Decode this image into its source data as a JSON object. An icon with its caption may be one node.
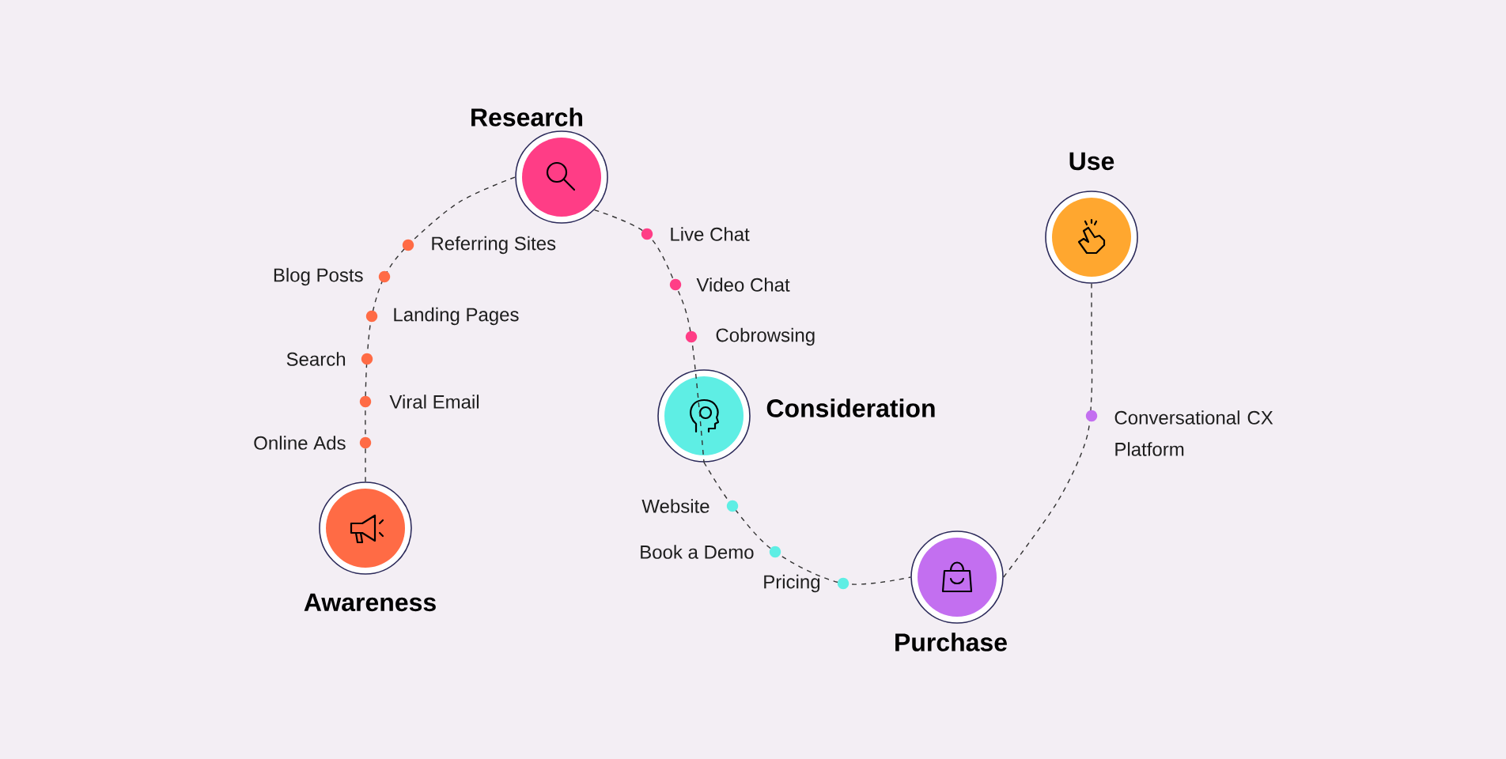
{
  "diagram": {
    "nodes": [
      {
        "text": [
          "Awareness"
        ]
      },
      {
        "text": [
          "Research"
        ]
      },
      {
        "text": [
          "Consideration"
        ]
      },
      {
        "text": [
          "Purchase"
        ]
      },
      {
        "text": [
          "Use"
        ]
      }
    ],
    "edges": [
      {
        "from": 0,
        "to": 1,
        "arrow": "none",
        "style": "dashed"
      },
      {
        "from": 1,
        "to": 2,
        "arrow": "none",
        "style": "dashed"
      },
      {
        "from": 2,
        "to": 3,
        "arrow": "none",
        "style": "dashed"
      },
      {
        "from": 3,
        "to": 4,
        "arrow": "none",
        "style": "dashed"
      }
    ],
    "labels": [
      "Referring Sites",
      "Blog Posts",
      "Landing Pages",
      "Search",
      "Viral Email",
      "Online Ads",
      "Live Chat",
      "Video Chat",
      "Cobrowsing",
      "Website",
      "Book a Demo",
      "Pricing",
      "Conversational CX Platform"
    ]
  }
}
